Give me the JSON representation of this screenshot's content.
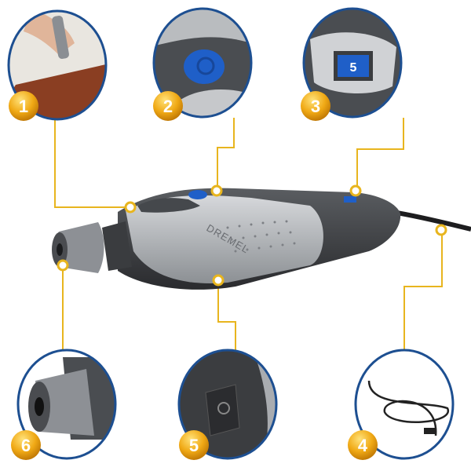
{
  "product": {
    "brand": "DREMEL",
    "speed_dial_value": "5"
  },
  "callouts": [
    {
      "number": "1"
    },
    {
      "number": "2"
    },
    {
      "number": "3"
    },
    {
      "number": "4"
    },
    {
      "number": "5"
    },
    {
      "number": "6"
    }
  ],
  "colors": {
    "callout_line": "#e8b51e",
    "circle_border": "#1d4f91",
    "tool_grey": "#a9acb0",
    "tool_dark": "#3b3d40",
    "button_blue": "#1f5fc8"
  }
}
